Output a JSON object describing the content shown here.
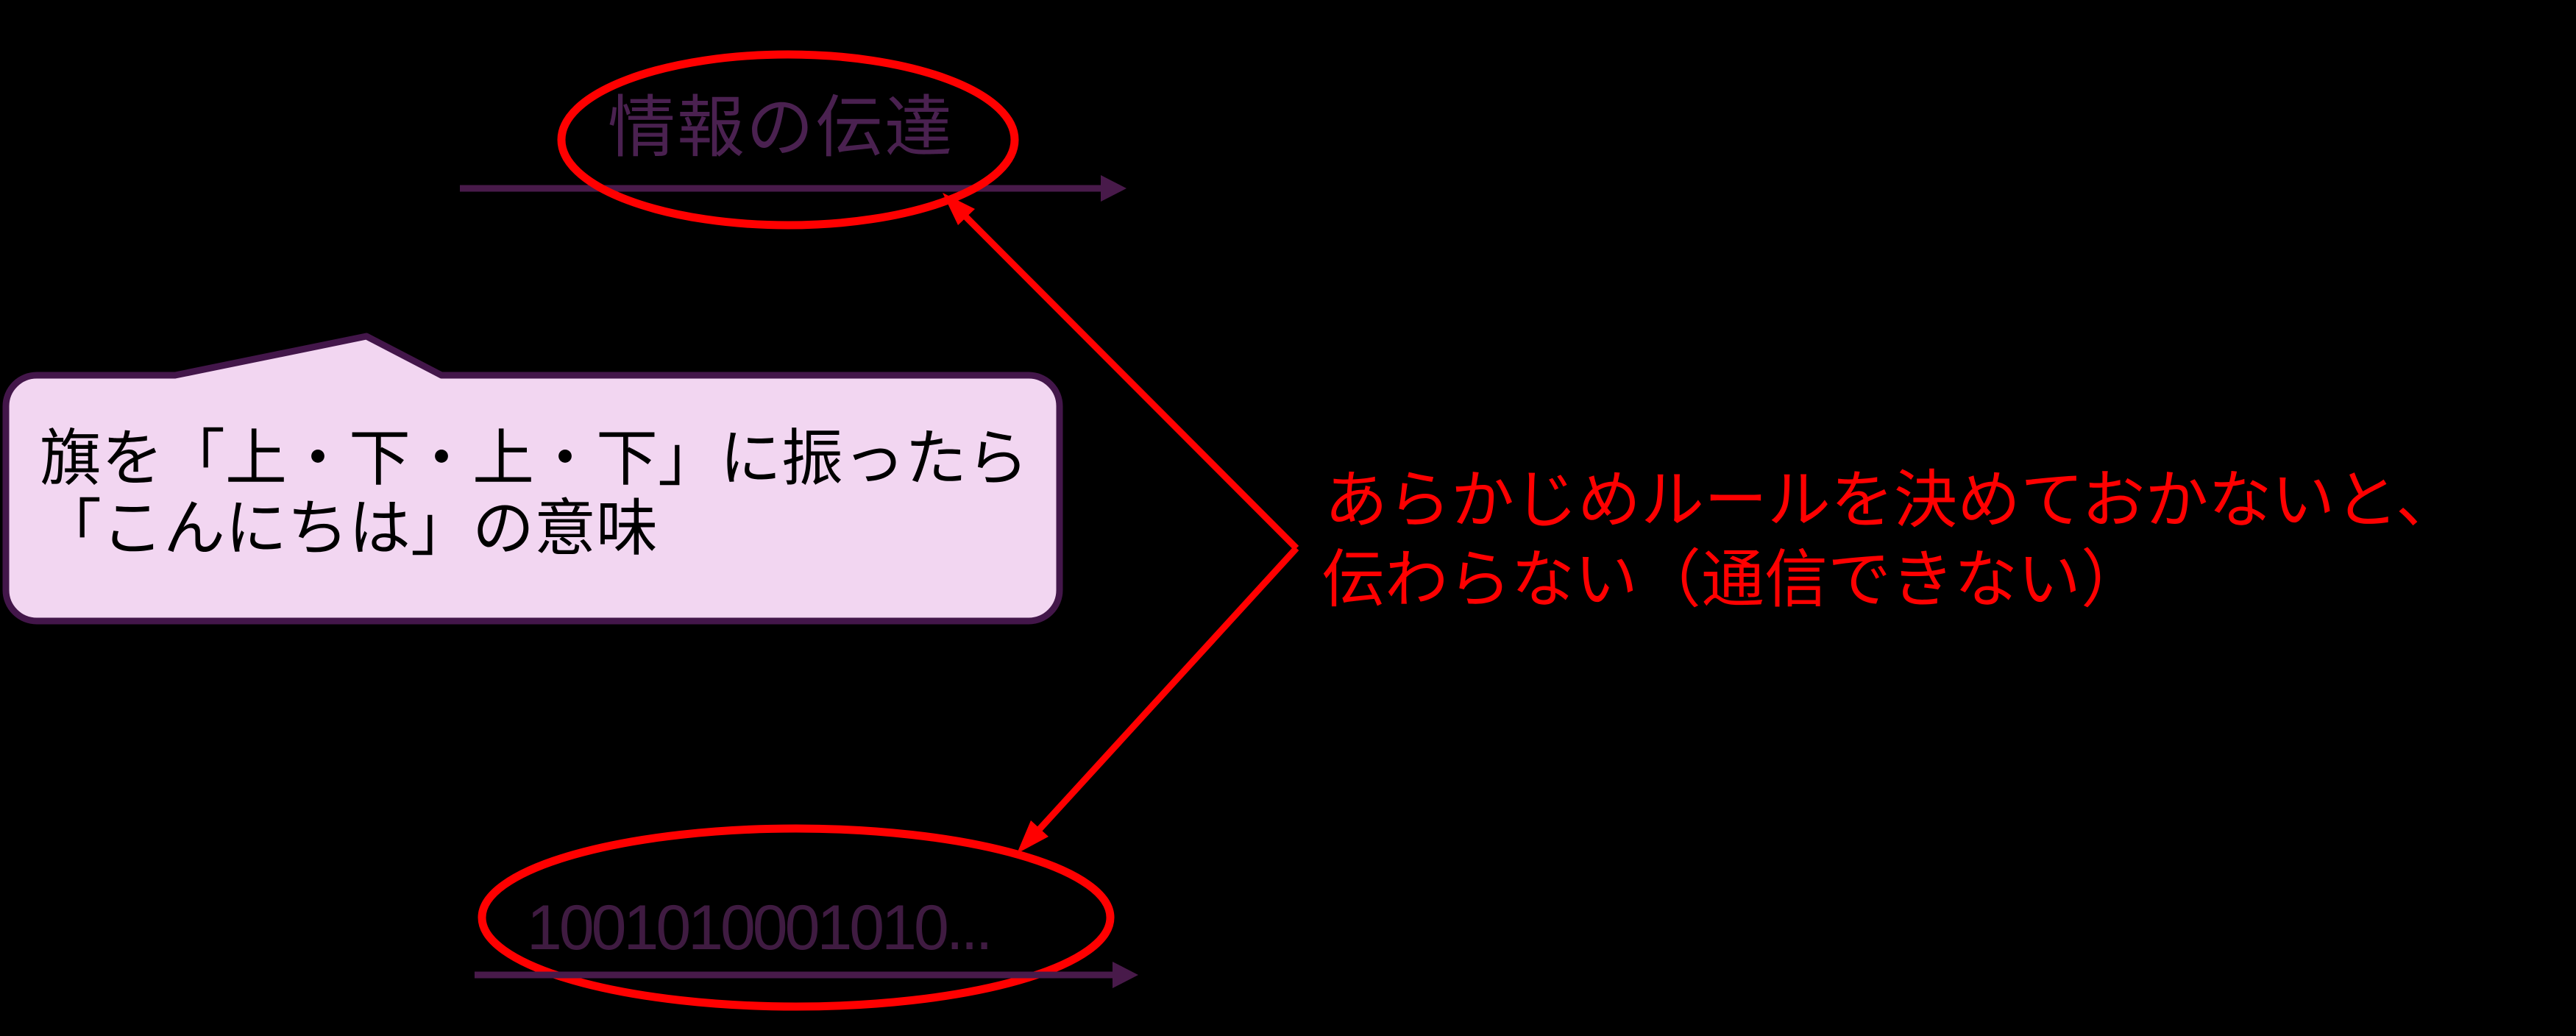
{
  "slide": {
    "background": "#000000"
  },
  "colors": {
    "c-bg": "#000000",
    "c-red": "#ff0000",
    "c-purple-stroke": "#481a4a",
    "c-purple-text": "#4a2150",
    "c-binary-text": "#3f1b41",
    "c-bubble-fill": "#f2d6f1",
    "c-bubble-border": "#43164a",
    "c-bubble-text": "#000000"
  },
  "top_flow": {
    "label": "情報の伝達"
  },
  "bottom_flow": {
    "label": "1001010001010..."
  },
  "speech_bubble": {
    "line1": "旗を「上・下・上・下」に振ったら",
    "line2": "「こんにちは」の意味"
  },
  "annotation": {
    "line1": "あらかじめルールを決めておかないと、",
    "line2": "伝わらない（通信できない）"
  },
  "icons": {
    "top_arrow": "right-arrow",
    "bottom_arrow": "right-arrow",
    "highlight_top": "red-ellipse",
    "highlight_bottom": "red-ellipse",
    "pointer_up": "arrow-to-top-ellipse",
    "pointer_down": "arrow-to-bottom-ellipse"
  }
}
